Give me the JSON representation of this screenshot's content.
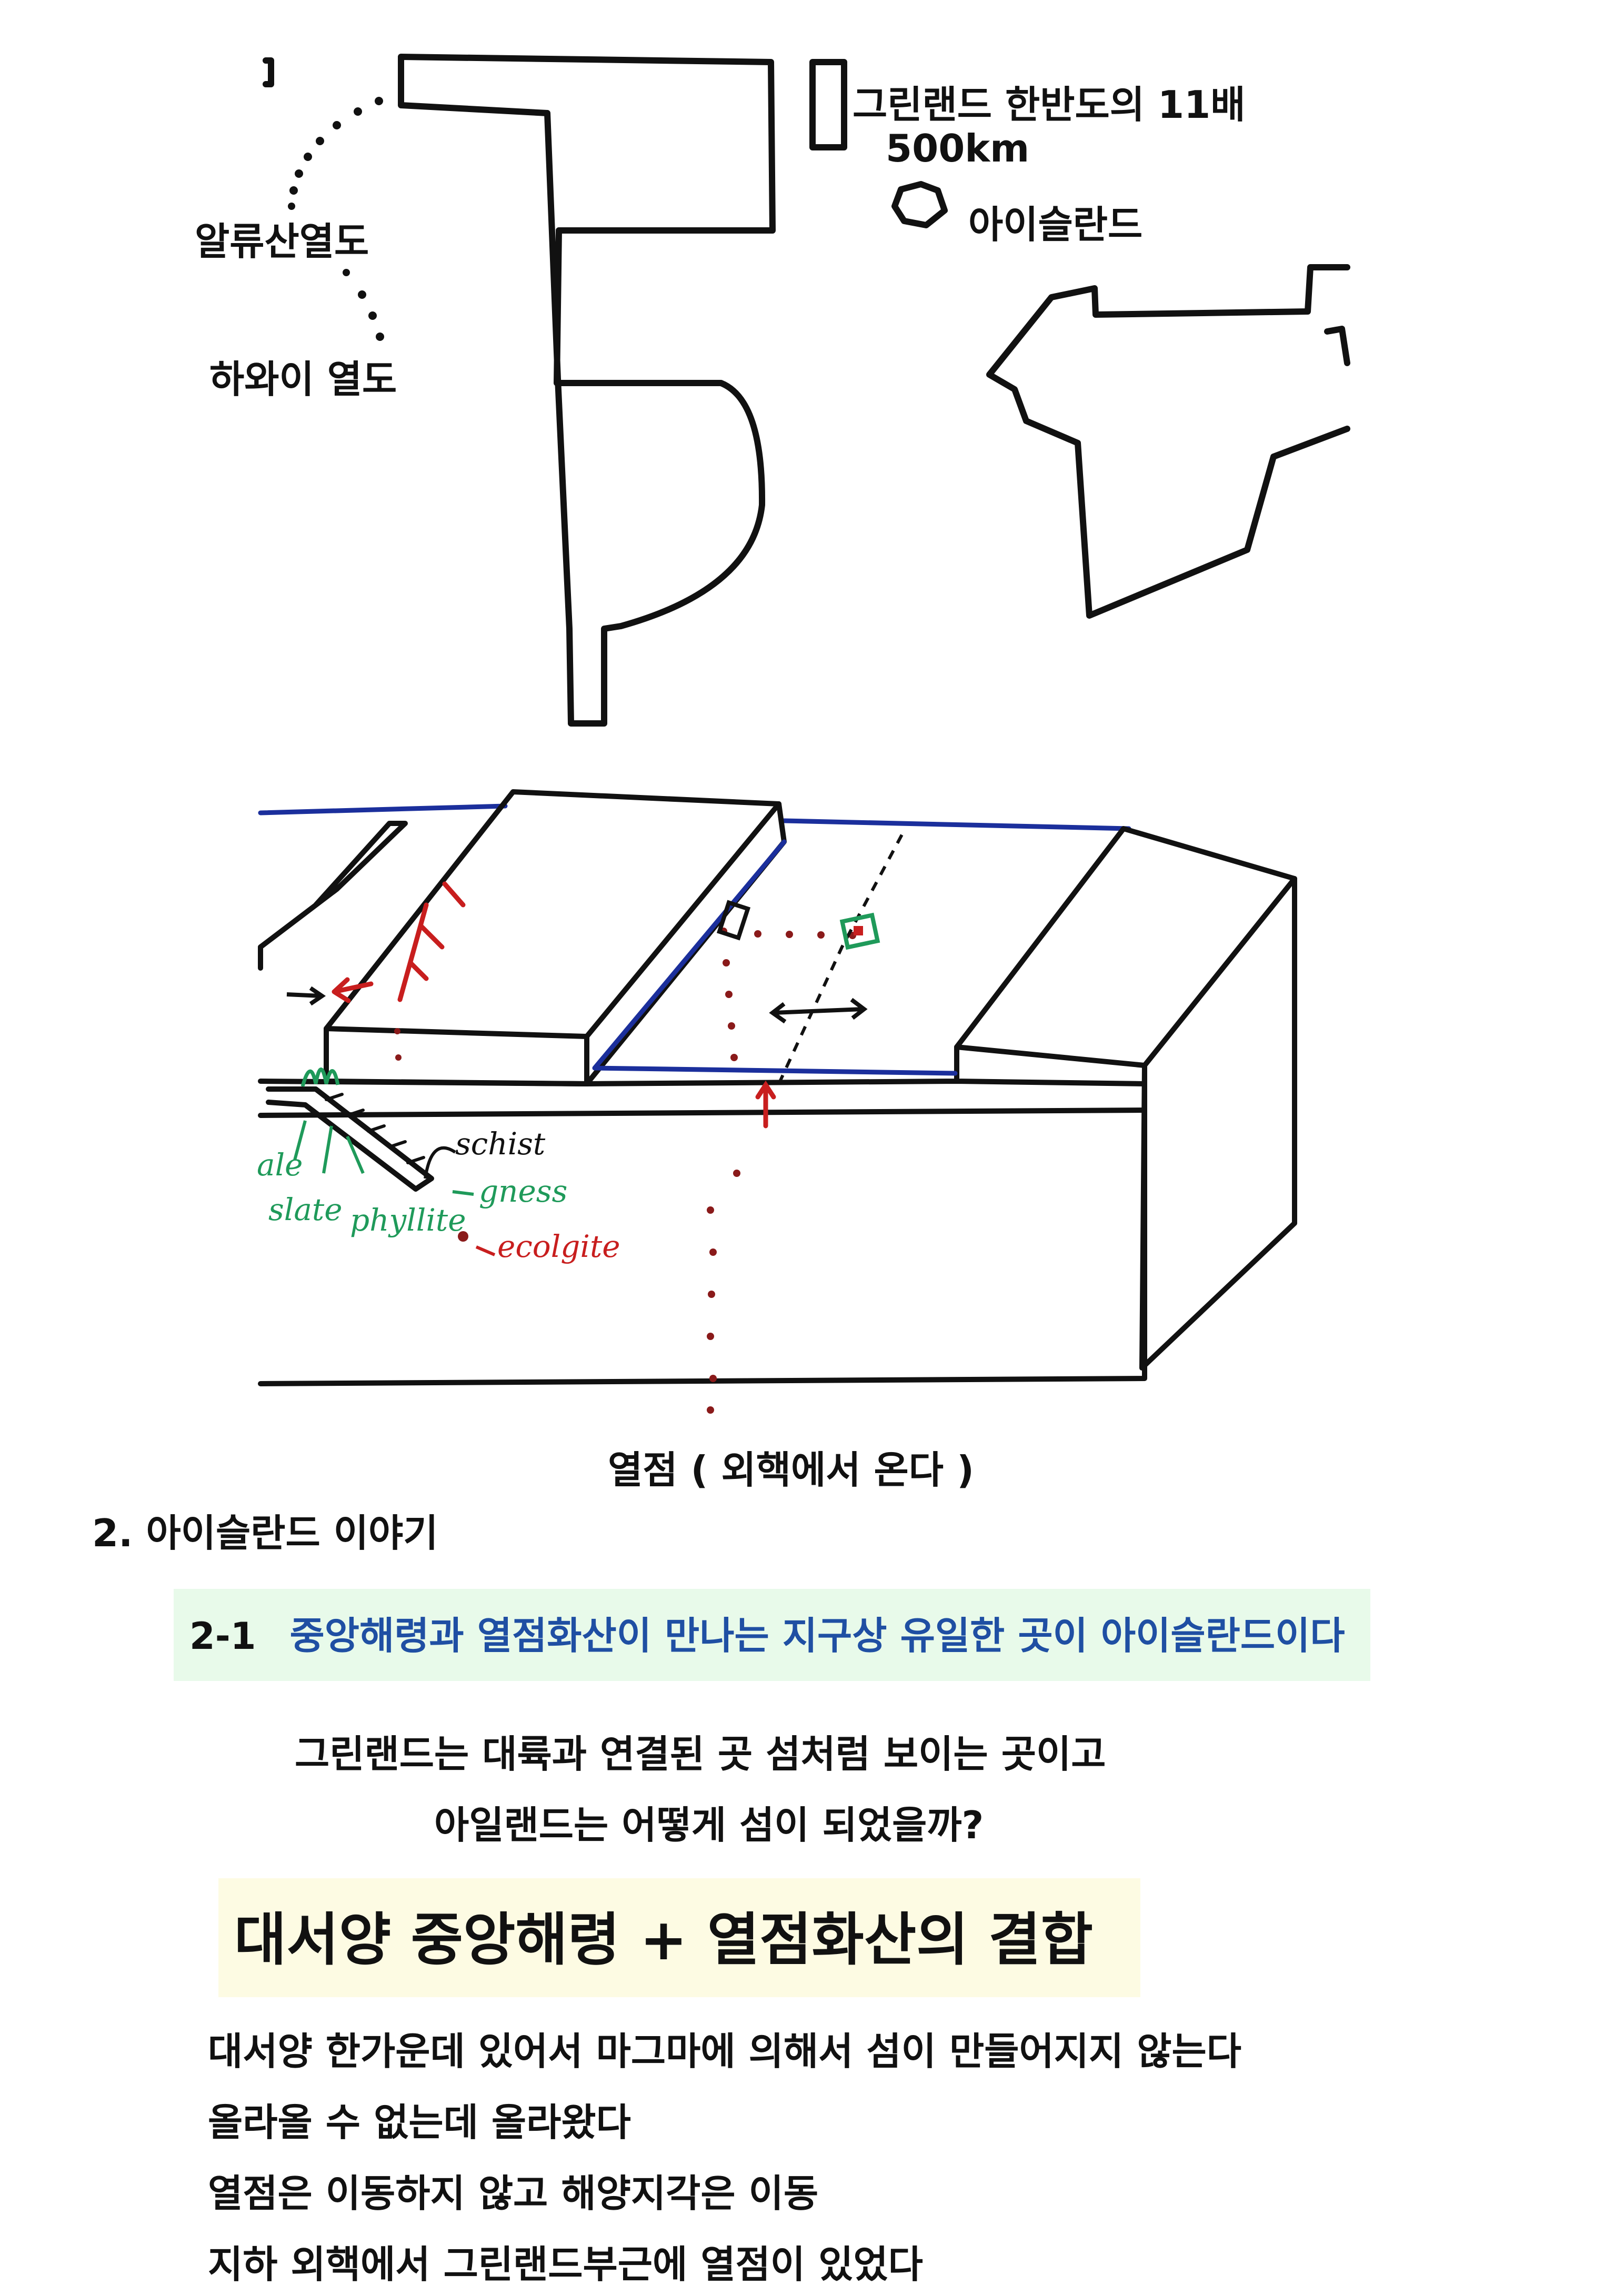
{
  "map": {
    "greenland_ratio": "그린랜드 한반도의 11배",
    "scale": "500km",
    "iceland": "아이슬란드",
    "aleutian": "알류산열도",
    "hawaii": "하와이 열도"
  },
  "diagram": {
    "schist": "schist",
    "gneiss": "gness",
    "ecologite": "ecolgite",
    "slate": "slate",
    "phyllite": "phyllite",
    "shale": "ale",
    "hotspot_caption": "열점 ( 외핵에서 온다 )"
  },
  "section": {
    "title": "2. 아이슬란드 이야기",
    "sub_number": "2-1",
    "sub_title": "중앙해령과 열점화산이 만나는 지구상 유일한 곳이 아이슬란드이다",
    "line1": "그린랜드는 대륙과 연결된 곳  섬처럼 보이는 곳이고",
    "line2": "아일랜드는 어떻게 섬이 되었을까?",
    "headline": "대서양 중앙해령 + 열점화산의 결합",
    "body": [
      "대서양 한가운데 있어서 마그마에 의해서 섬이 만들어지지 않는다",
      "올라올 수 없는데 올라왔다",
      "열점은 이동하지 않고 해양지각은 이동",
      "지하 외핵에서 그린랜드부근에 열점이 있었다"
    ]
  },
  "colors": {
    "highlight_green": "#e8faea",
    "highlight_yellow": "#fdfbe3",
    "blue_text": "#1f4fa3",
    "ink_blue": "#1b2f9c",
    "ink_red": "#c81e1e",
    "ink_green": "#1f9a5a"
  }
}
